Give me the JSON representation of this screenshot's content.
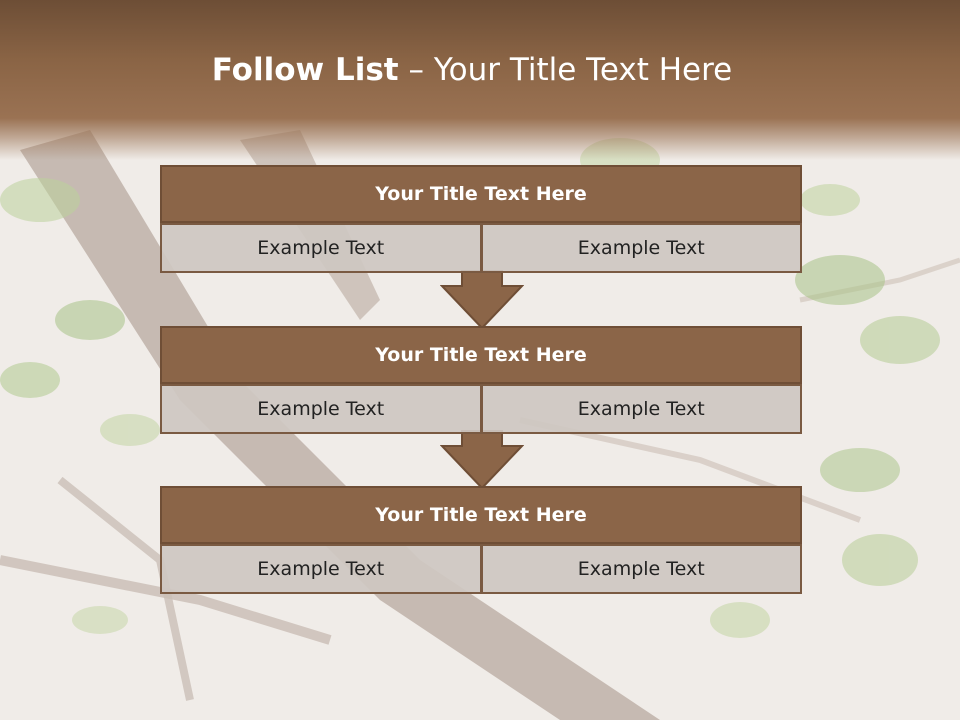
{
  "slide": {
    "title_bold": "Follow List",
    "title_rest": " – Your Title Text Here"
  },
  "blocks": [
    {
      "title": "Your Title Text Here",
      "left": "Example Text",
      "right": "Example Text"
    },
    {
      "title": "Your Title Text Here",
      "left": "Example Text",
      "right": "Example Text"
    },
    {
      "title": "Your Title Text Here",
      "left": "Example Text",
      "right": "Example Text"
    }
  ],
  "colors": {
    "header_brown": "#8a6445",
    "block_title_brown": "#8b6548",
    "cell_gray": "#cec7c1",
    "arrow_brown": "#8b6548"
  }
}
